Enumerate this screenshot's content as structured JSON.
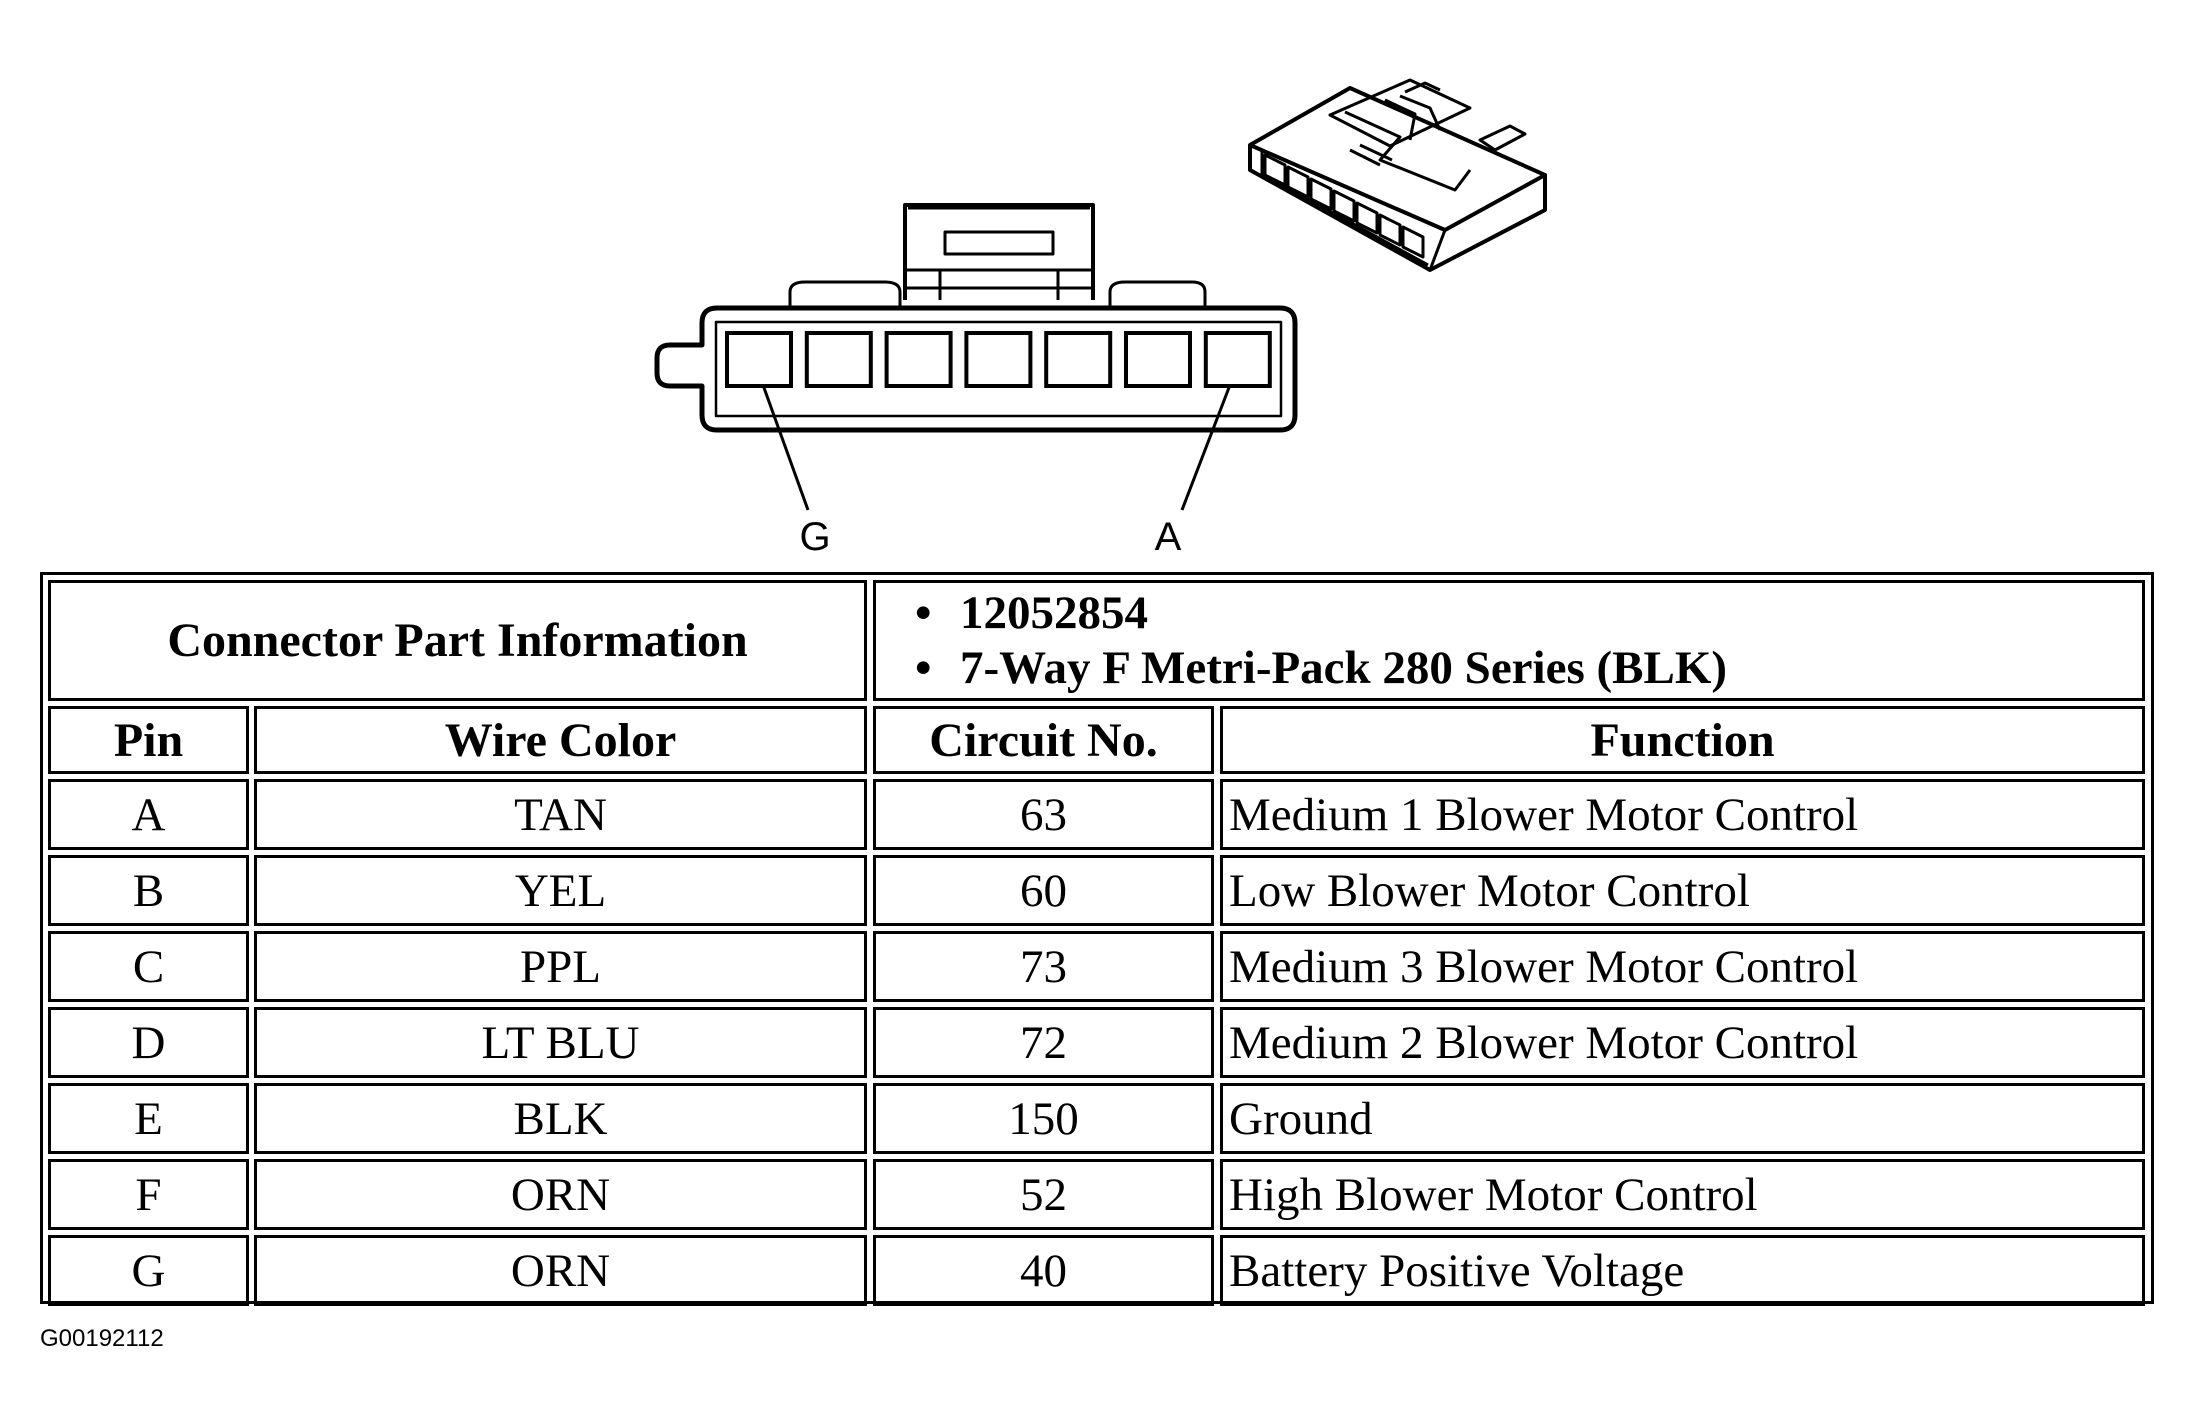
{
  "connector": {
    "end_label_left": "G",
    "end_label_right": "A",
    "cavity_count": 7
  },
  "table": {
    "part_info_label": "Connector Part Information",
    "part_info": [
      "12052854",
      "7-Way F Metri-Pack 280 Series (BLK)"
    ],
    "headers": {
      "pin": "Pin",
      "wire_color": "Wire Color",
      "circuit": "Circuit No.",
      "function": "Function"
    },
    "rows": [
      {
        "pin": "A",
        "wire_color": "TAN",
        "circuit": "63",
        "function": "Medium 1 Blower Motor Control"
      },
      {
        "pin": "B",
        "wire_color": "YEL",
        "circuit": "60",
        "function": "Low Blower Motor Control"
      },
      {
        "pin": "C",
        "wire_color": "PPL",
        "circuit": "73",
        "function": "Medium 3 Blower Motor Control"
      },
      {
        "pin": "D",
        "wire_color": "LT BLU",
        "circuit": "72",
        "function": "Medium 2 Blower Motor Control"
      },
      {
        "pin": "E",
        "wire_color": "BLK",
        "circuit": "150",
        "function": "Ground"
      },
      {
        "pin": "F",
        "wire_color": "ORN",
        "circuit": "52",
        "function": "High Blower Motor Control"
      },
      {
        "pin": "G",
        "wire_color": "ORN",
        "circuit": "40",
        "function": "Battery Positive Voltage"
      }
    ]
  },
  "figure_id": "G00192112"
}
